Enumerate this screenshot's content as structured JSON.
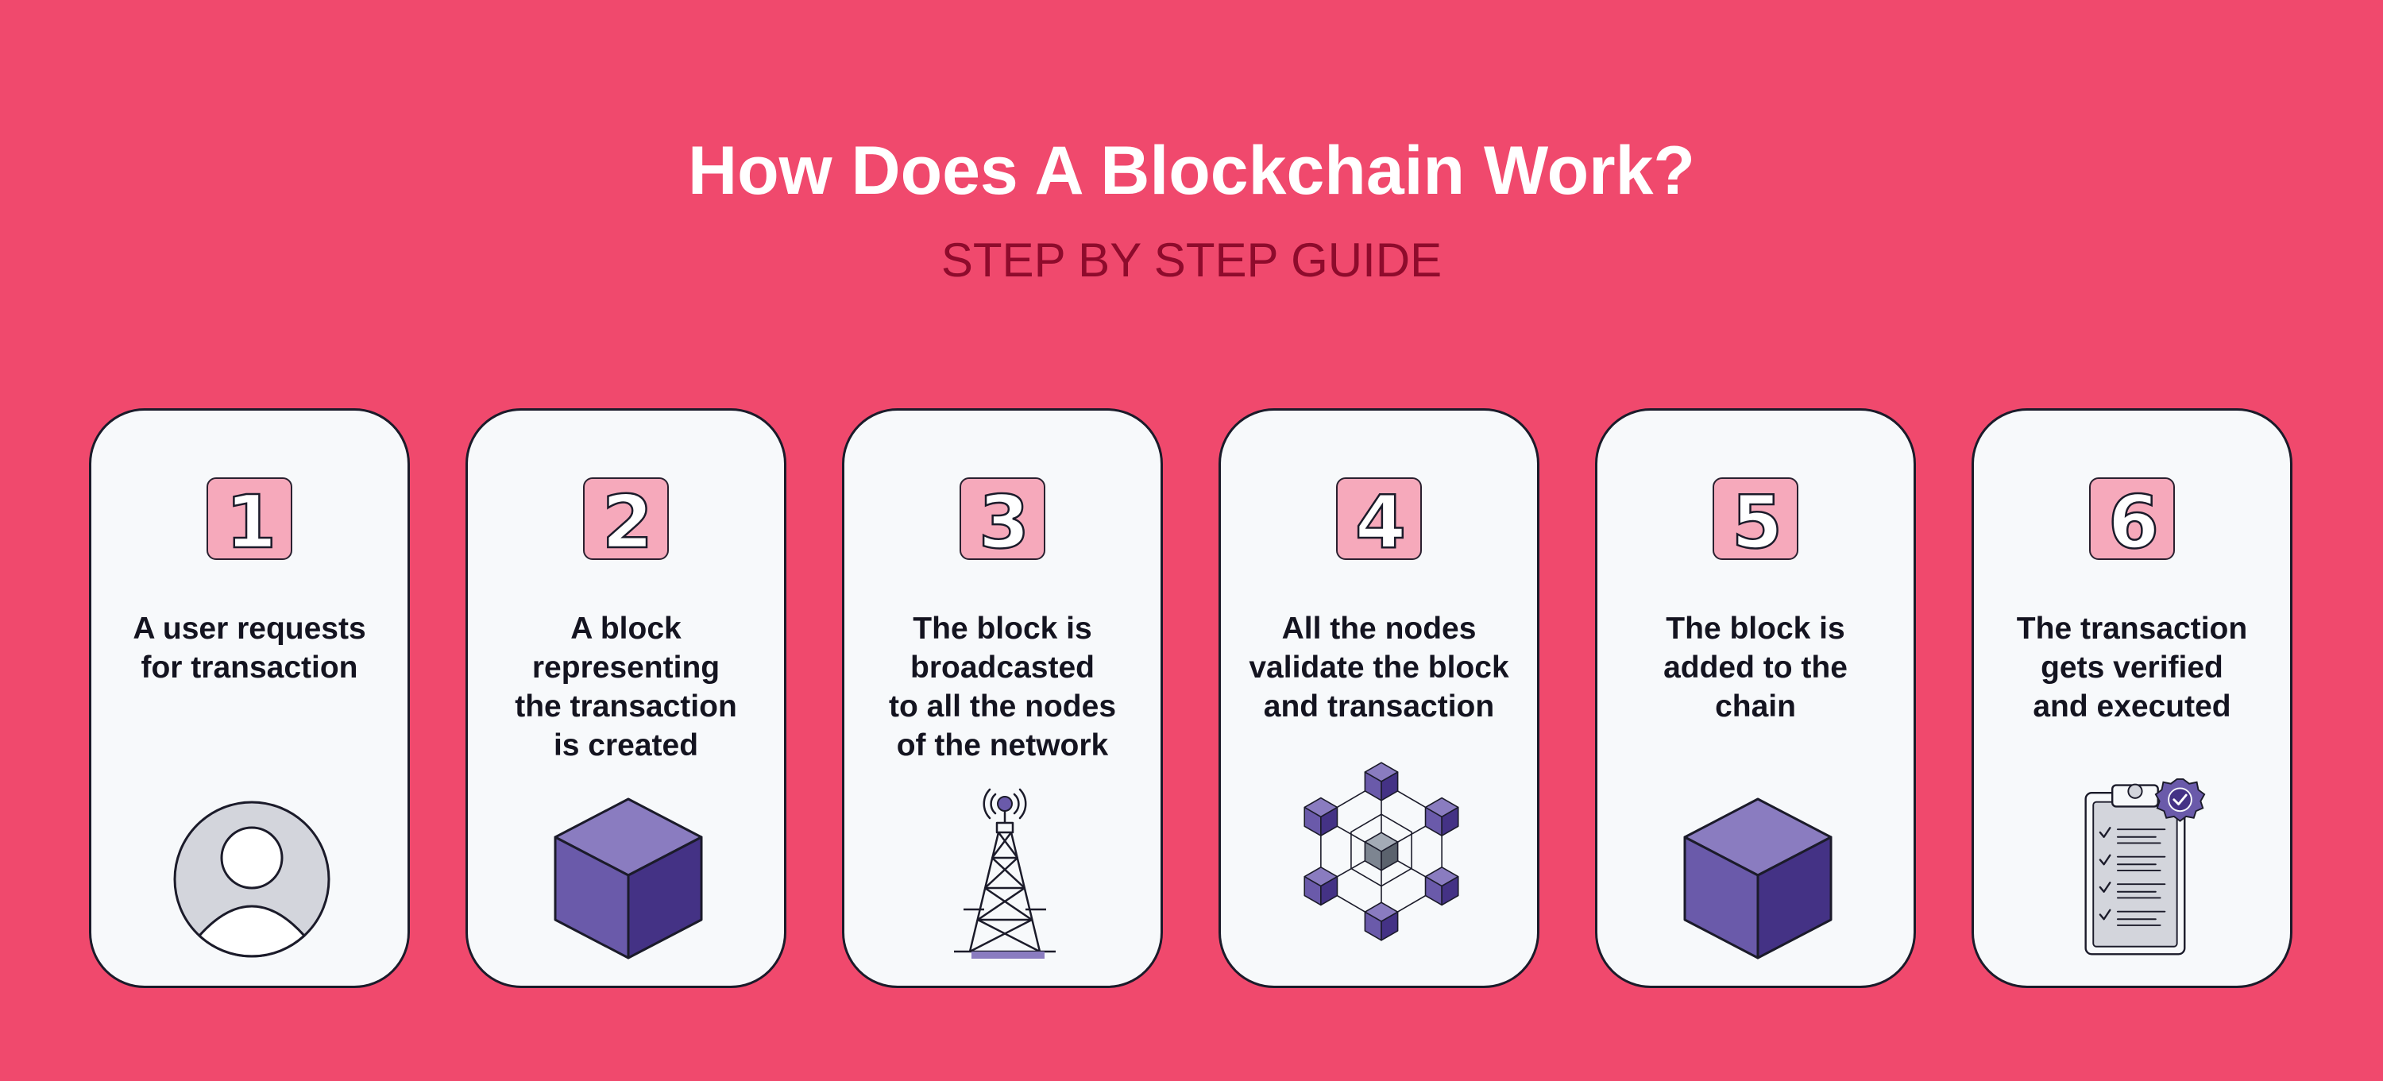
{
  "header": {
    "title": "How Does A Blockchain Work?",
    "subtitle": "STEP BY STEP GUIDE"
  },
  "colors": {
    "background": "#f0496d",
    "card": "#f7f9fb",
    "badge": "#f6a9bb",
    "subtitle": "#8e0b2c",
    "purple_light": "#8a7cc0",
    "purple_mid": "#6a5aaa",
    "purple_dark": "#443285"
  },
  "steps": [
    {
      "number": "1",
      "lines": [
        "A user requests",
        "for transaction"
      ],
      "icon": "user-icon"
    },
    {
      "number": "2",
      "lines": [
        "A block",
        "representing",
        "the transaction",
        "is created"
      ],
      "icon": "block-cube-icon"
    },
    {
      "number": "3",
      "lines": [
        "The block is",
        "broadcasted",
        "to all the nodes",
        "of the network"
      ],
      "icon": "broadcast-tower-icon"
    },
    {
      "number": "4",
      "lines": [
        "All the nodes",
        "validate the block",
        "and transaction"
      ],
      "icon": "node-network-icon"
    },
    {
      "number": "5",
      "lines": [
        "The block is",
        "added to the",
        "chain"
      ],
      "icon": "block-cube-icon"
    },
    {
      "number": "6",
      "lines": [
        "The transaction",
        "gets verified",
        "and executed"
      ],
      "icon": "verified-clipboard-icon"
    }
  ]
}
